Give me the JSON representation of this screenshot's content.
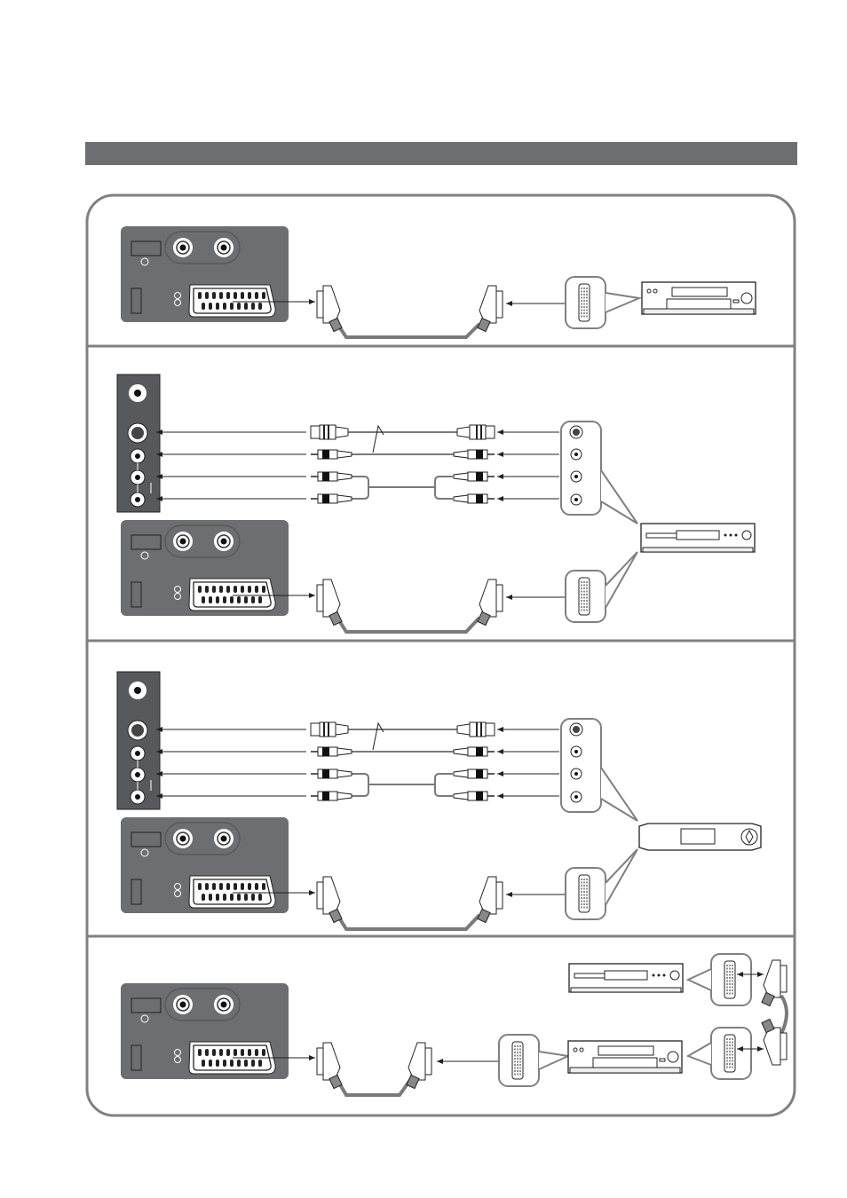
{
  "colors": {
    "header_bar": "#6d6e70",
    "frame": "#808080",
    "panel": "#6d6e70",
    "side_panel": "#58595b",
    "cable": "#7a7a7a",
    "line": "#231f20"
  },
  "sections": [
    {
      "id": "vcr-scart",
      "device": "vcr-icon"
    },
    {
      "id": "dvd-svideo-scart",
      "device": "dvd-player-icon"
    },
    {
      "id": "receiver-svideo-scart",
      "device": "set-top-box-icon"
    },
    {
      "id": "vcr-dvd-chain-scart",
      "device": "vcr-and-dvd-icon"
    }
  ]
}
